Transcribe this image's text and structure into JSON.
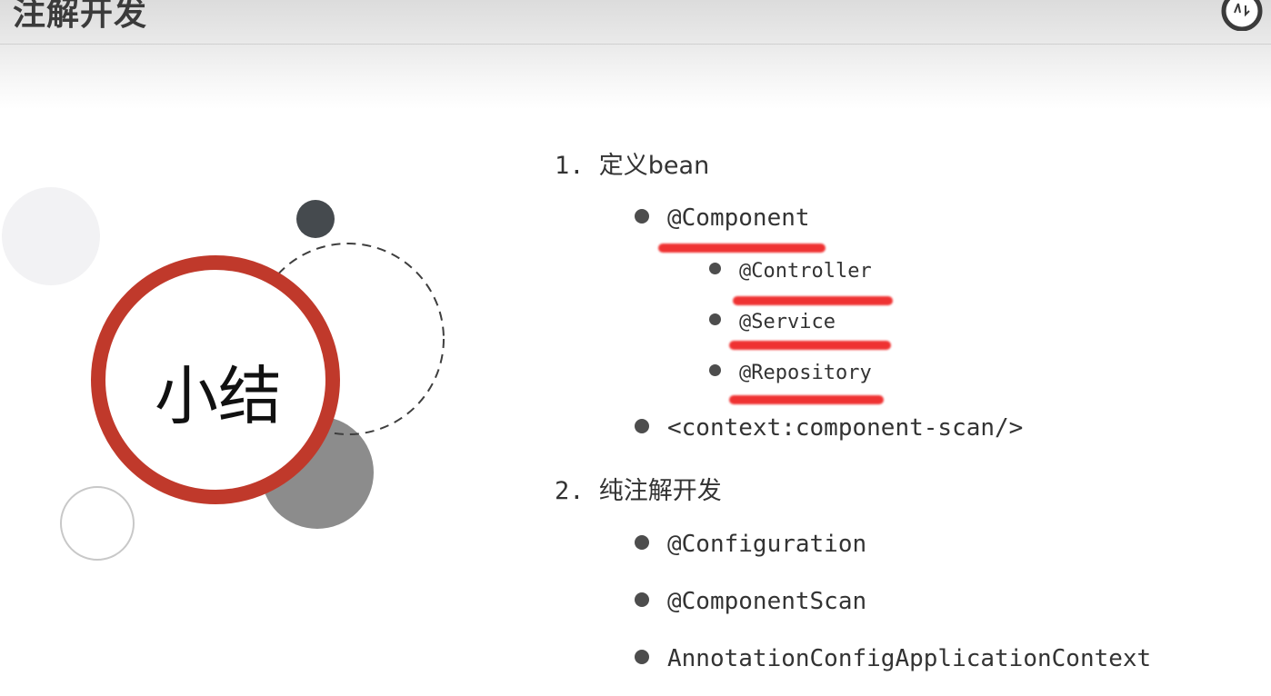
{
  "header": {
    "title": "注解开发"
  },
  "summary": {
    "label": "小结"
  },
  "sections": [
    {
      "number": "1.",
      "title": "定义bean",
      "items": [
        {
          "text": "@Component",
          "children": [
            {
              "text": "@Controller"
            },
            {
              "text": "@Service"
            },
            {
              "text": "@Repository"
            }
          ]
        },
        {
          "text": "<context:component-scan/>"
        }
      ]
    },
    {
      "number": "2.",
      "title": "纯注解开发",
      "items": [
        {
          "text": "@Configuration"
        },
        {
          "text": "@ComponentScan"
        },
        {
          "text": "AnnotationConfigApplicationContext"
        }
      ]
    }
  ],
  "colors": {
    "ring_red": "#c0392b",
    "highlight_red": "#ee1c1c",
    "bullet_gray": "#4d4d4d",
    "dark_circle": "#454a4e",
    "gray_circle": "#8c8c8c"
  },
  "icons": {
    "header_logo": "stopwatch-icon"
  }
}
